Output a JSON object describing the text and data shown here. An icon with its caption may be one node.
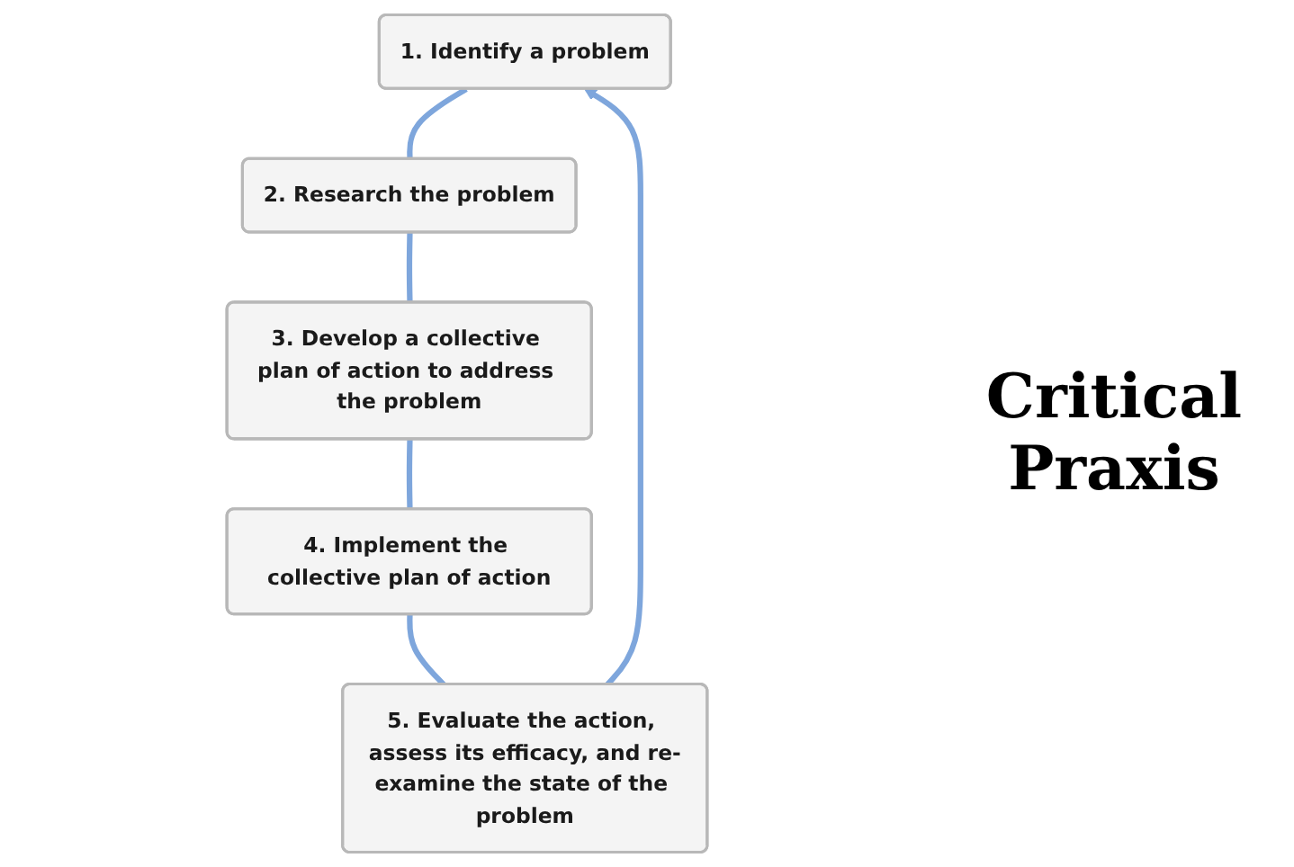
{
  "diagram": {
    "nodes": [
      {
        "text": [
          "1. Identify a problem"
        ]
      },
      {
        "text": [
          "2. Research the problem"
        ]
      },
      {
        "text": [
          "3. Develop a collective plan of action to address the problem"
        ]
      },
      {
        "text": [
          "4. Implement the collective plan of action"
        ]
      },
      {
        "text": [
          "5. Evaluate the action, assess its efficacy, and re-examine the state of the problem"
        ]
      }
    ],
    "edges": [
      {
        "from": 0,
        "to": 1,
        "arrow": "none"
      },
      {
        "from": 1,
        "to": 2,
        "arrow": "none"
      },
      {
        "from": 2,
        "to": 3,
        "arrow": "none"
      },
      {
        "from": 3,
        "to": 4,
        "arrow": "none"
      },
      {
        "from": 4,
        "to": 0,
        "arrow": "to"
      }
    ],
    "labels": [
      "Critical Praxis"
    ]
  }
}
